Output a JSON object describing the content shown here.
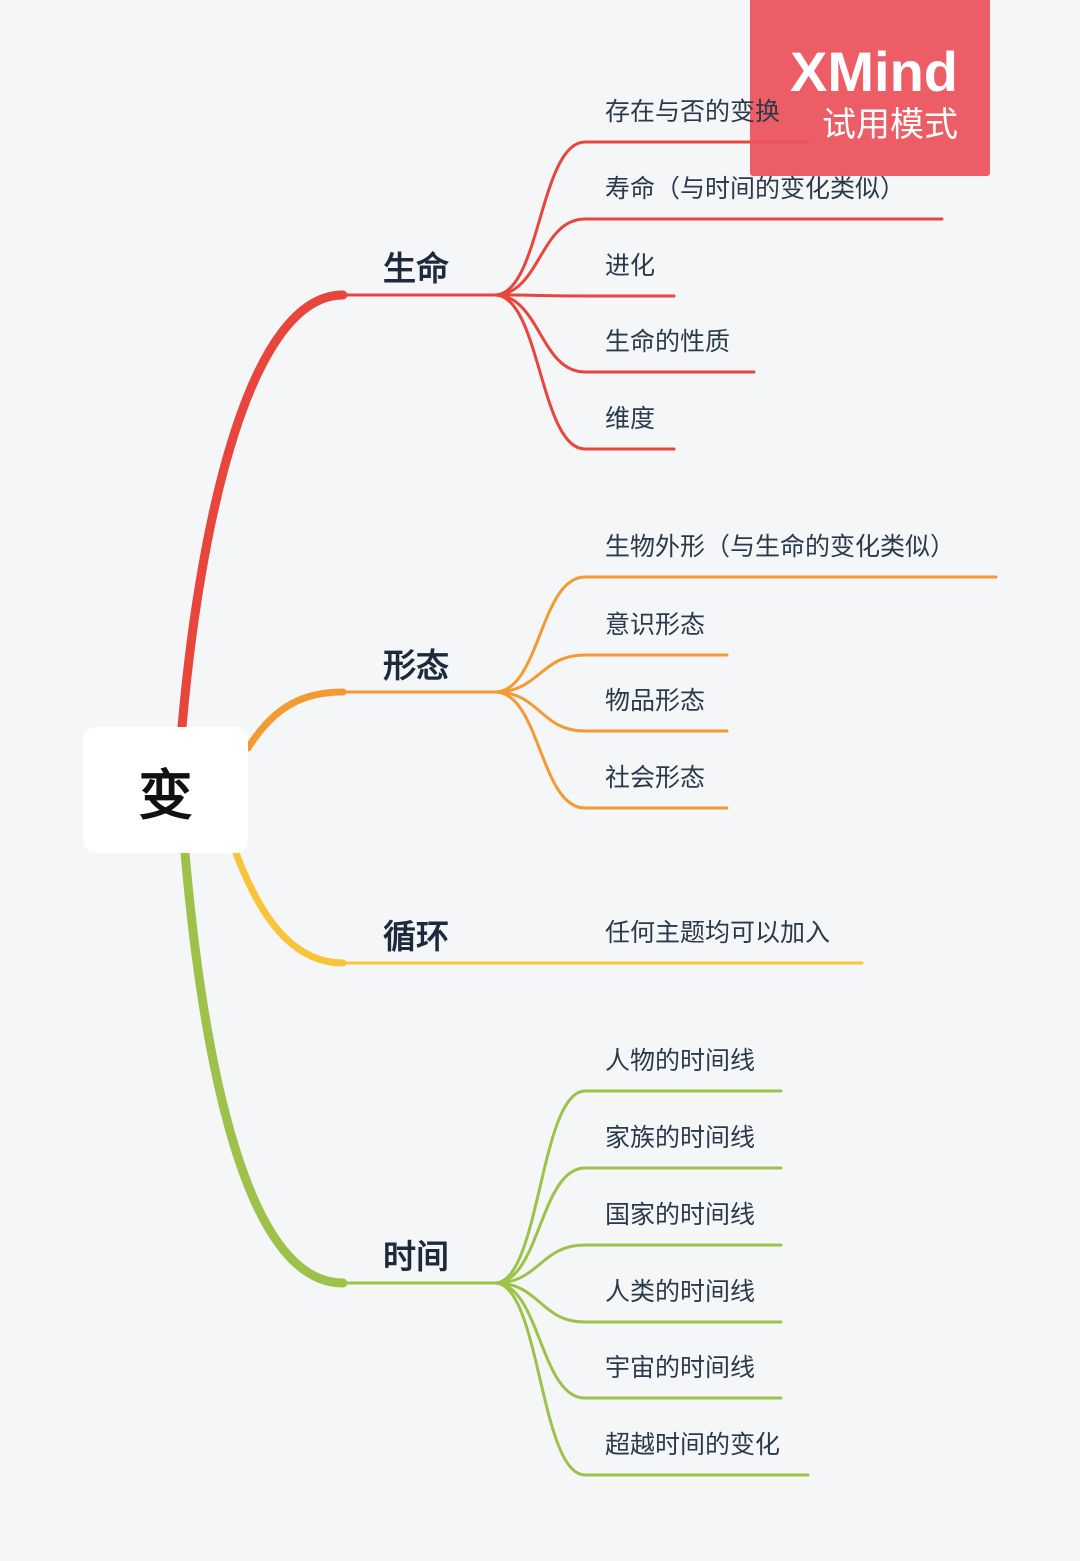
{
  "central": {
    "label": "变"
  },
  "branches": [
    {
      "label": "生命",
      "color": "#e8453c",
      "children": [
        "存在与否的变换",
        "寿命（与时间的变化类似）",
        "进化",
        "生命的性质",
        "维度"
      ]
    },
    {
      "label": "形态",
      "color": "#f39a33",
      "children": [
        "生物外形（与生命的变化类似）",
        "意识形态",
        "物品形态",
        "社会形态"
      ]
    },
    {
      "label": "循环",
      "color": "#f8c53a",
      "children": [
        "任何主题均可以加入"
      ]
    },
    {
      "label": "时间",
      "color": "#9dc24a",
      "children": [
        "人物的时间线",
        "家族的时间线",
        "国家的时间线",
        "人类的时间线",
        "宇宙的时间线",
        "超越时间的变化"
      ]
    }
  ],
  "watermark": {
    "title": "XMind",
    "subtitle": "试用模式"
  }
}
